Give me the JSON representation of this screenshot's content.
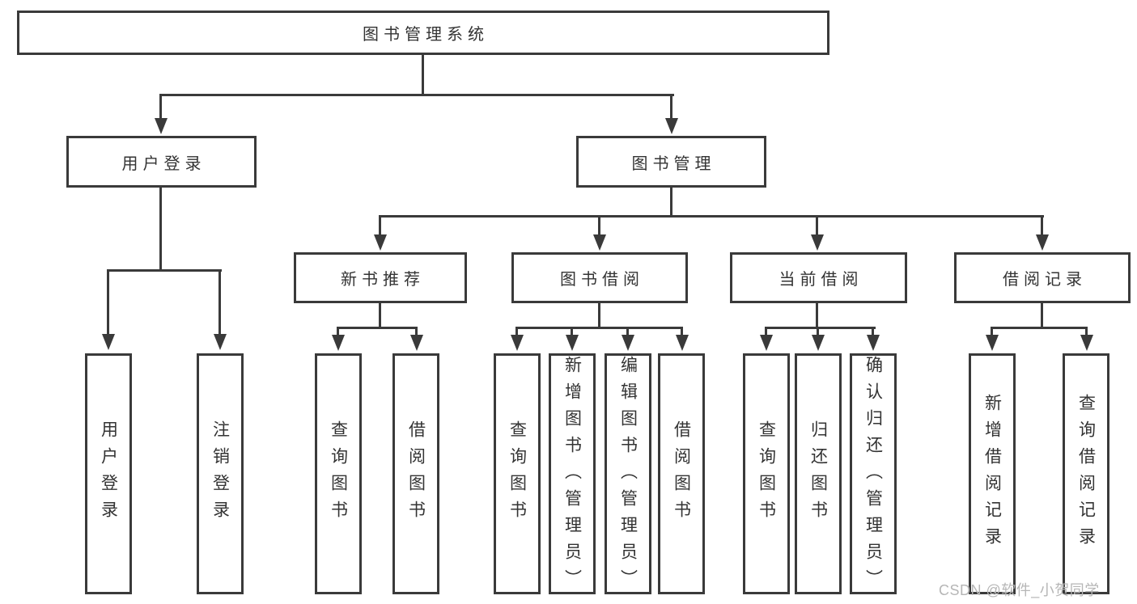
{
  "root": {
    "label": "图书管理系统"
  },
  "level2": [
    {
      "label": "用户登录"
    },
    {
      "label": "图书管理"
    }
  ],
  "level3": [
    {
      "label": "新书推荐"
    },
    {
      "label": "图书借阅"
    },
    {
      "label": "当前借阅"
    },
    {
      "label": "借阅记录"
    }
  ],
  "leaves": {
    "login": [
      "用户登录",
      "注销登录"
    ],
    "recommend": [
      "查询图书",
      "借阅图书"
    ],
    "borrow": [
      "查询图书",
      "新增图书（管理员）",
      "编辑图书（管理员）",
      "借阅图书"
    ],
    "current": [
      "查询图书",
      "归还图书",
      "确认归还（管理员）"
    ],
    "records": [
      "新增借阅记录",
      "查询借阅记录"
    ]
  },
  "watermark": {
    "text": "CSDN @软件_小贺同学"
  },
  "colors": {
    "line": "#3a3a3a",
    "text": "#333333",
    "watermark": "#b6b6b6",
    "background": "#ffffff"
  }
}
